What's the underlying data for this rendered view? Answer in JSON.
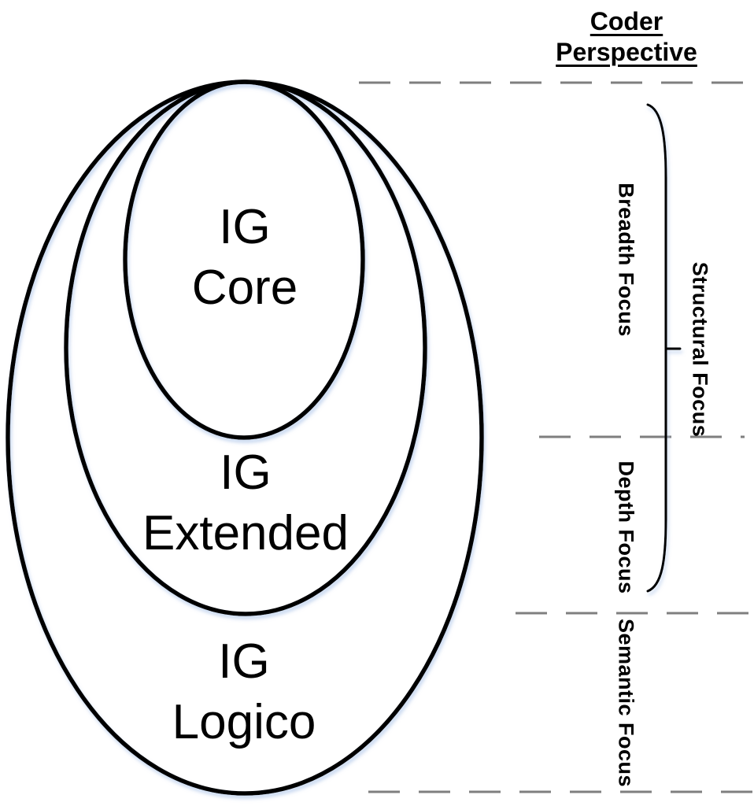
{
  "header": {
    "title_line1": "Coder",
    "title_line2": "Perspective"
  },
  "diagram": {
    "type": "nested-ellipse-venn",
    "ellipses": [
      {
        "id": "ig-core",
        "line1": "IG",
        "line2": "Core"
      },
      {
        "id": "ig-extended",
        "line1": "IG",
        "line2": "Extended"
      },
      {
        "id": "ig-logico",
        "line1": "IG",
        "line2": "Logico"
      }
    ],
    "colors": {
      "stroke": "#000000",
      "dash": "#7f7f7f",
      "shadow": "#b9cdec",
      "text": "#000000"
    }
  },
  "labels": {
    "breadth": "Breadth Focus",
    "depth": "Depth Focus",
    "semantic": "Semantic Focus",
    "structural": "Structural Focus"
  }
}
